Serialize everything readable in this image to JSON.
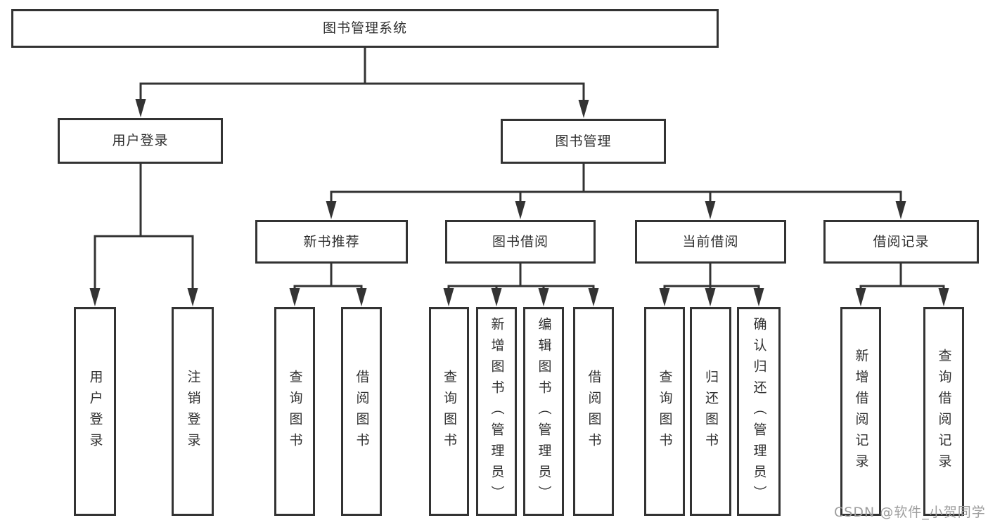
{
  "diagram": {
    "root": {
      "label": "图书管理系统"
    },
    "login_branch": {
      "label": "用户登录",
      "children": [
        {
          "label": "用户登录"
        },
        {
          "label": "注销登录"
        }
      ]
    },
    "mgmt_branch": {
      "label": "图书管理",
      "groups": [
        {
          "label": "新书推荐",
          "children": [
            {
              "label": "查询图书"
            },
            {
              "label": "借阅图书"
            }
          ]
        },
        {
          "label": "图书借阅",
          "children": [
            {
              "label": "查询图书"
            },
            {
              "label": "新增图书（管理员）"
            },
            {
              "label": "编辑图书（管理员）"
            },
            {
              "label": "借阅图书"
            }
          ]
        },
        {
          "label": "当前借阅",
          "children": [
            {
              "label": "查询图书"
            },
            {
              "label": "归还图书"
            },
            {
              "label": "确认归还（管理员）"
            }
          ]
        },
        {
          "label": "借阅记录",
          "children": [
            {
              "label": "新增借阅记录"
            },
            {
              "label": "查询借阅记录"
            }
          ]
        }
      ]
    }
  },
  "watermark": "CSDN @软件_小贺同学",
  "colors": {
    "line": "#333333",
    "text": "#2f2f2f",
    "background": "#ffffff",
    "watermark": "#9e9e9e"
  }
}
